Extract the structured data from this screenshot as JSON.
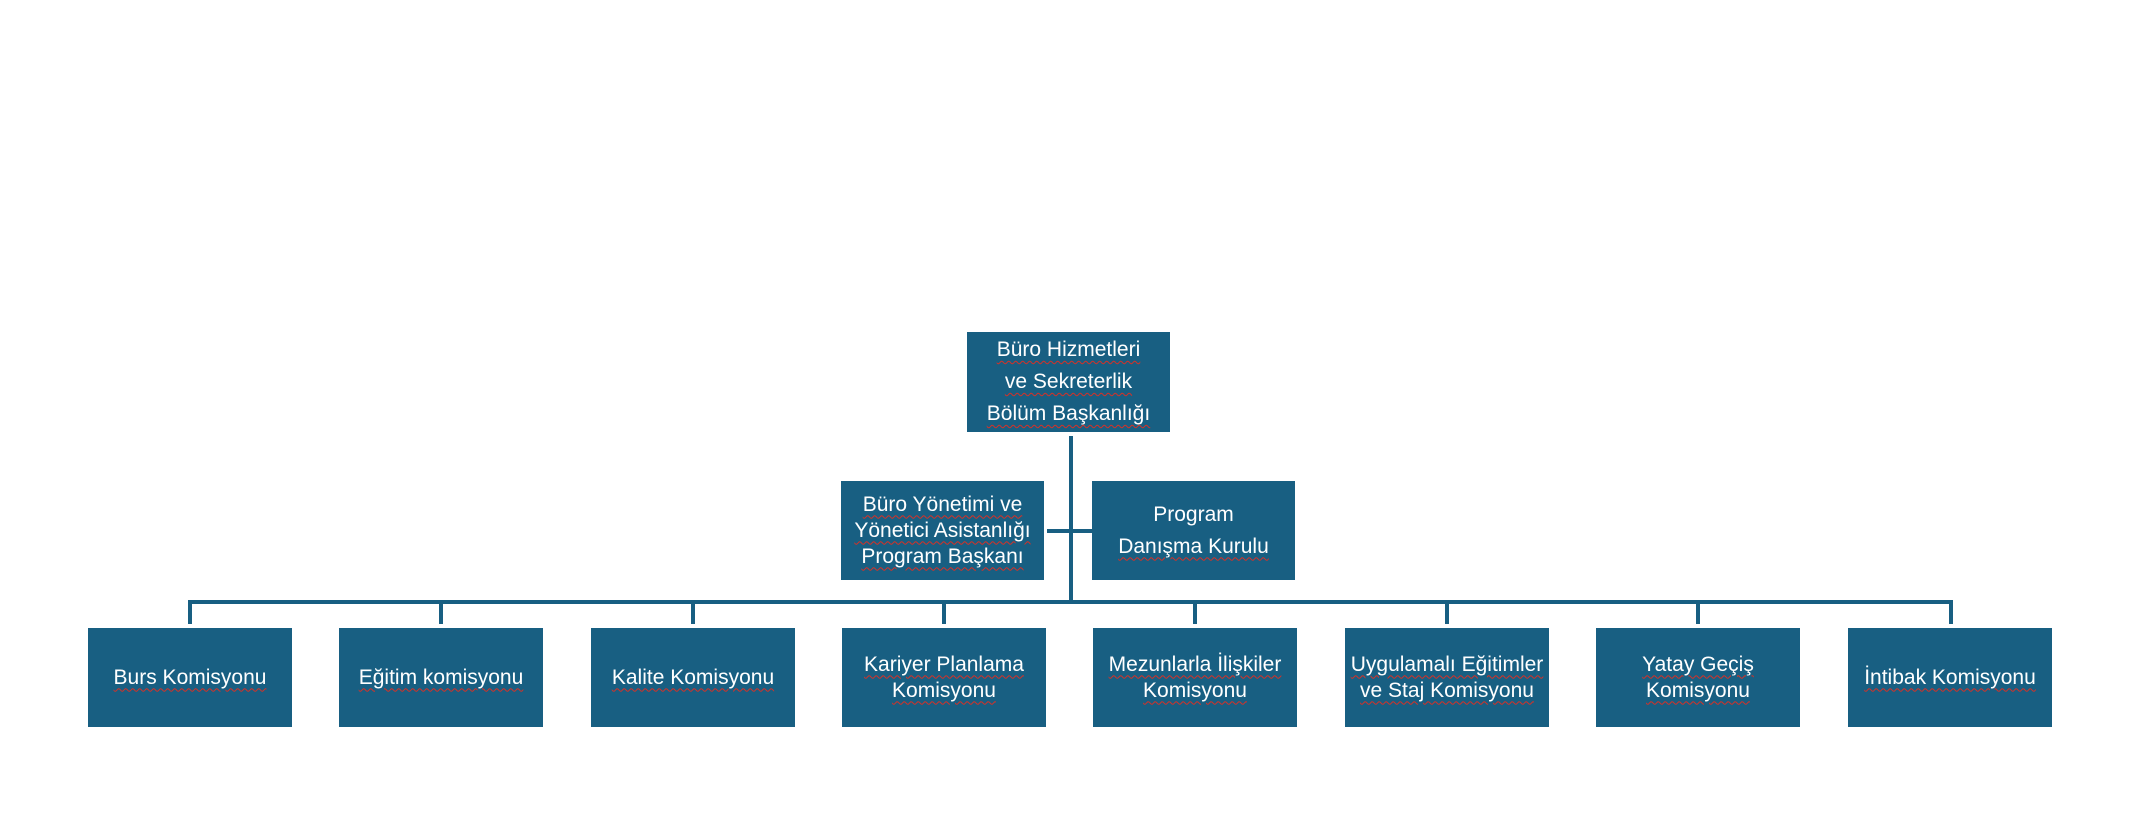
{
  "org_chart": {
    "top": {
      "lines": [
        "Büro Hizmetleri",
        "ve Sekreterlik",
        "Bölüm Başkanlığı"
      ]
    },
    "assistants": [
      {
        "lines": [
          "Büro Yönetimi ve",
          "Yönetici Asistanlığı",
          "Program Başkanı"
        ]
      },
      {
        "lines": [
          "Program",
          "Danışma Kurulu"
        ]
      }
    ],
    "commissions": [
      {
        "lines": [
          "Burs Komisyonu"
        ]
      },
      {
        "lines": [
          "Eğitim komisyonu"
        ]
      },
      {
        "lines": [
          "Kalite Komisyonu"
        ]
      },
      {
        "lines": [
          "Kariyer Planlama",
          "Komisyonu"
        ]
      },
      {
        "lines": [
          "Mezunlarla İlişkiler",
          "Komisyonu"
        ]
      },
      {
        "lines": [
          "Uygulamalı Eğitimler",
          "ve Staj Komisyonu"
        ]
      },
      {
        "lines": [
          "Yatay Geçiş",
          "Komisyonu"
        ]
      },
      {
        "lines": [
          "İntibak Komisyonu"
        ]
      }
    ]
  },
  "colors": {
    "box_fill": "#185f82",
    "connector": "#185f82",
    "text": "#ffffff"
  }
}
